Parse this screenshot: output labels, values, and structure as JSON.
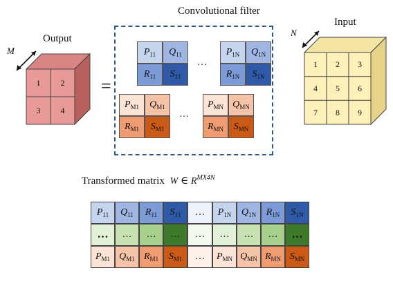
{
  "labels": {
    "output": "Output",
    "filter": "Convolutional filter",
    "input": "Input",
    "m_dim": "M",
    "n_dim": "N",
    "equals": "=",
    "transformed": "Transformed matrix",
    "w_symbol": "W",
    "in_symbol": "∈",
    "r_symbol": "R",
    "r_super": "MX4N"
  },
  "output_cells": [
    "1",
    "2",
    "3",
    "4"
  ],
  "input_cells": [
    "1",
    "2",
    "3",
    "4",
    "5",
    "6",
    "7",
    "8",
    "9"
  ],
  "filter_blocks": {
    "b11": {
      "p": "P",
      "q": "Q",
      "r": "R",
      "s": "S",
      "sub": "11"
    },
    "b1n": {
      "p": "P",
      "q": "Q",
      "r": "R",
      "s": "S",
      "sub": "1N"
    },
    "bm1": {
      "p": "P",
      "q": "Q",
      "r": "R",
      "s": "S",
      "sub": "M1"
    },
    "bmn": {
      "p": "P",
      "q": "Q",
      "r": "R",
      "s": "S",
      "sub": "MN"
    },
    "ellipsis_top": "…",
    "ellipsis_bottom": "…"
  },
  "matrix": {
    "row1": [
      {
        "b": "P",
        "s": "11"
      },
      {
        "b": "Q",
        "s": "11"
      },
      {
        "b": "R",
        "s": "11"
      },
      {
        "b": "S",
        "s": "11"
      },
      {
        "b": "…",
        "s": ""
      },
      {
        "b": "P",
        "s": "1N"
      },
      {
        "b": "Q",
        "s": "1N"
      },
      {
        "b": "R",
        "s": "1N"
      },
      {
        "b": "S",
        "s": "1N"
      }
    ],
    "row2": [
      "…",
      "…",
      "…",
      "…",
      "…",
      "…",
      "…",
      "…",
      "…"
    ],
    "row3": [
      {
        "b": "P",
        "s": "M1"
      },
      {
        "b": "Q",
        "s": "M1"
      },
      {
        "b": "R",
        "s": "M1"
      },
      {
        "b": "S",
        "s": "M1"
      },
      {
        "b": "…",
        "s": ""
      },
      {
        "b": "P",
        "s": "MN"
      },
      {
        "b": "Q",
        "s": "MN"
      },
      {
        "b": "R",
        "s": "MN"
      },
      {
        "b": "S",
        "s": "MN"
      }
    ]
  },
  "colors": {
    "blue": [
      "#c5d5ee",
      "#9fb6e2",
      "#7d9bd6",
      "#2e5aa8"
    ],
    "green": [
      "#e3f0d8",
      "#c9e2b4",
      "#a6d08c",
      "#3e7a2a"
    ],
    "orange": [
      "#fbe3d6",
      "#f5c4a8",
      "#ef9c72",
      "#cc5a17"
    ],
    "output": "#e79a98",
    "input": "#fdf0b8"
  }
}
